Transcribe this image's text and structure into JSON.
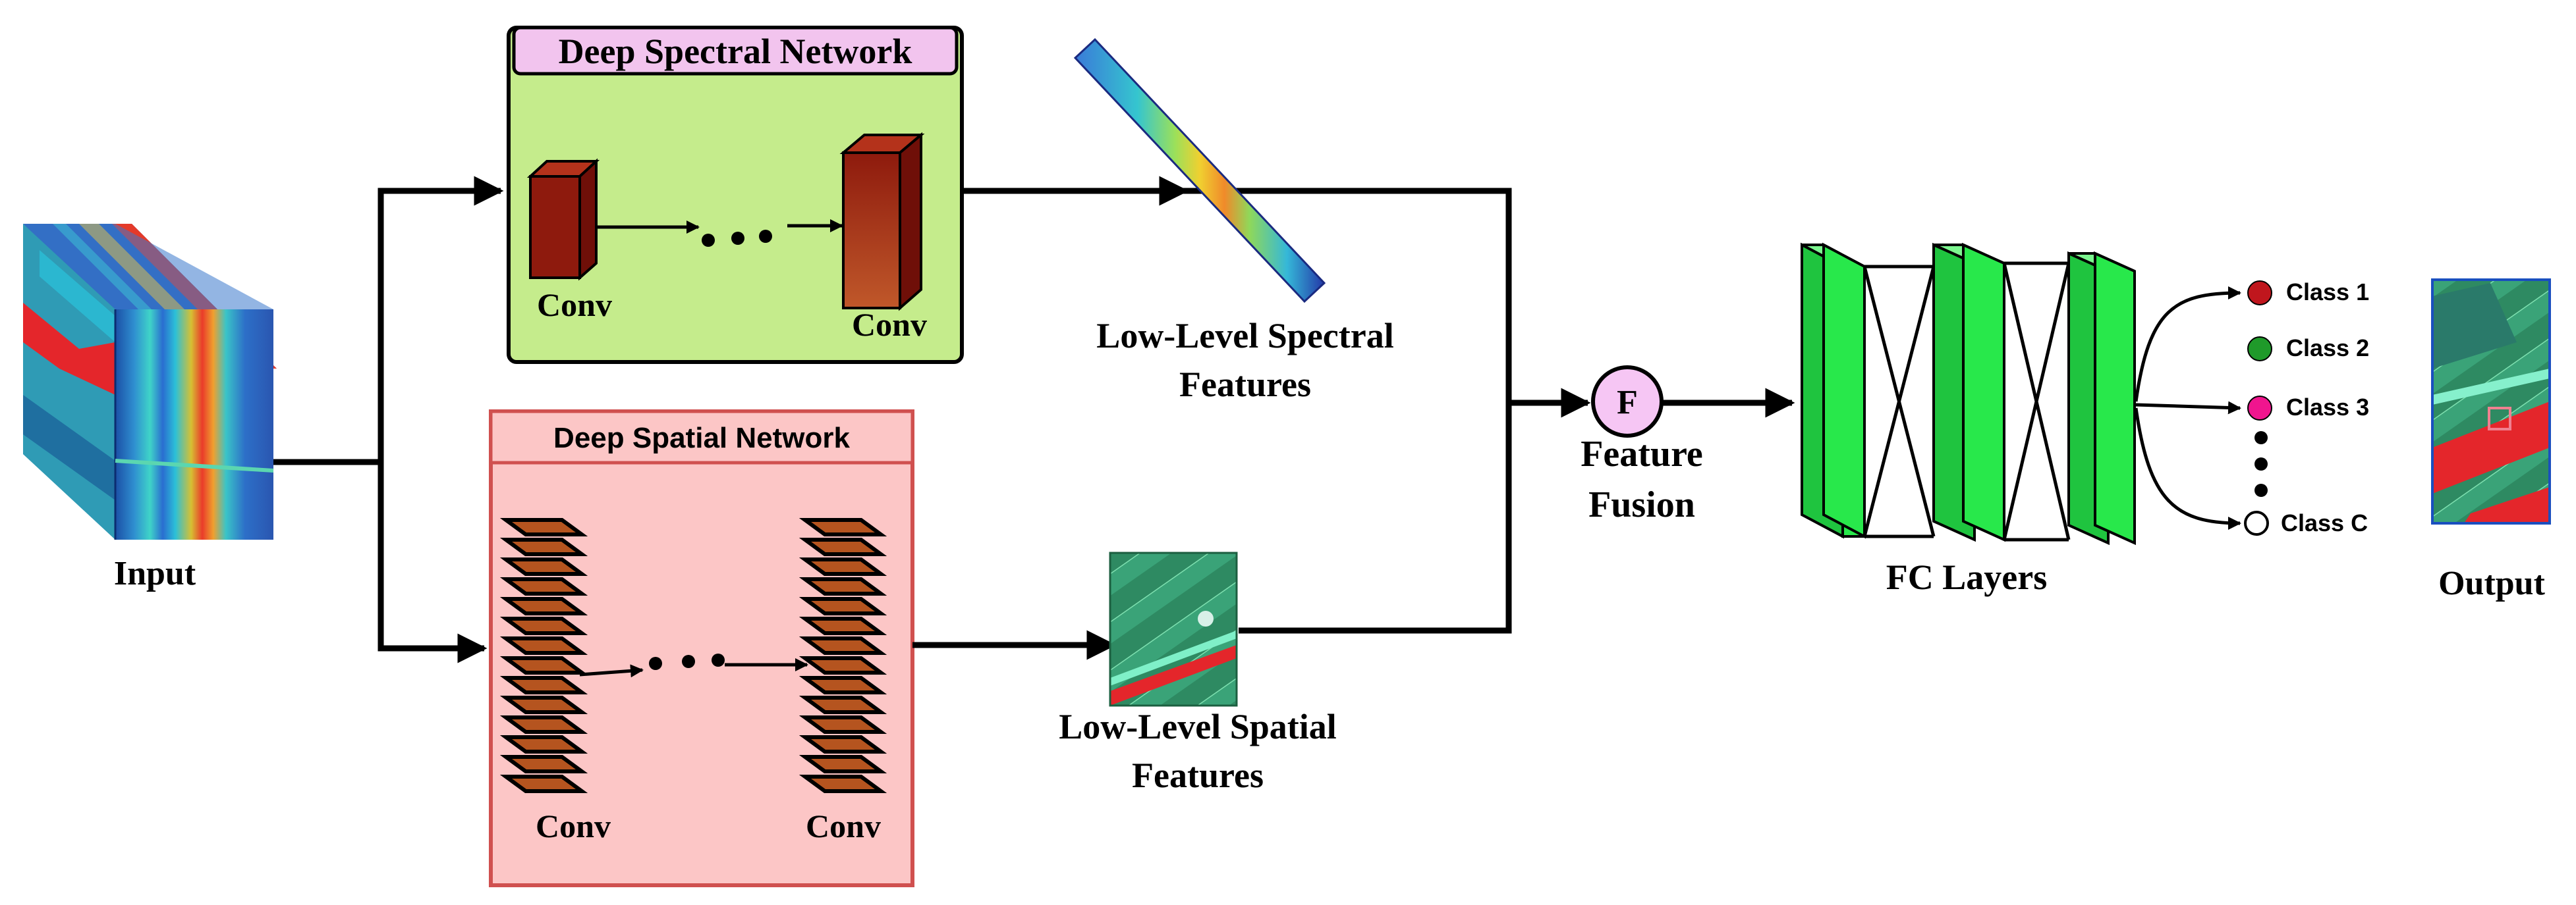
{
  "input_label": "Input",
  "spectral_network": {
    "title": "Deep Spectral Network",
    "conv_first": "Conv",
    "conv_last": "Conv"
  },
  "spatial_network": {
    "title": "Deep Spatial Network",
    "conv_first": "Conv",
    "conv_last": "Conv"
  },
  "spectral_features": [
    "Low-Level Spectral",
    "Features"
  ],
  "spatial_features": [
    "Low-Level Spatial",
    "Features"
  ],
  "fusion": {
    "symbol": "F",
    "label": [
      "Feature",
      "Fusion"
    ]
  },
  "fc_label": "FC Layers",
  "classes": [
    "Class 1",
    "Class 2",
    "Class 3",
    "Class C"
  ],
  "class_colors": [
    "#c0161d",
    "#1f9a2a",
    "#f0158e",
    "#ffffff"
  ],
  "output_label": "Output",
  "colors": {
    "spectral_box_fill": "#c5ec8c",
    "spectral_title_fill": "#f2c4ee",
    "spatial_box_fill": "#fcc6c6",
    "spatial_border": "#d0504f",
    "fc_green": "#28e84b",
    "fusion_fill": "#f6c6f4"
  }
}
